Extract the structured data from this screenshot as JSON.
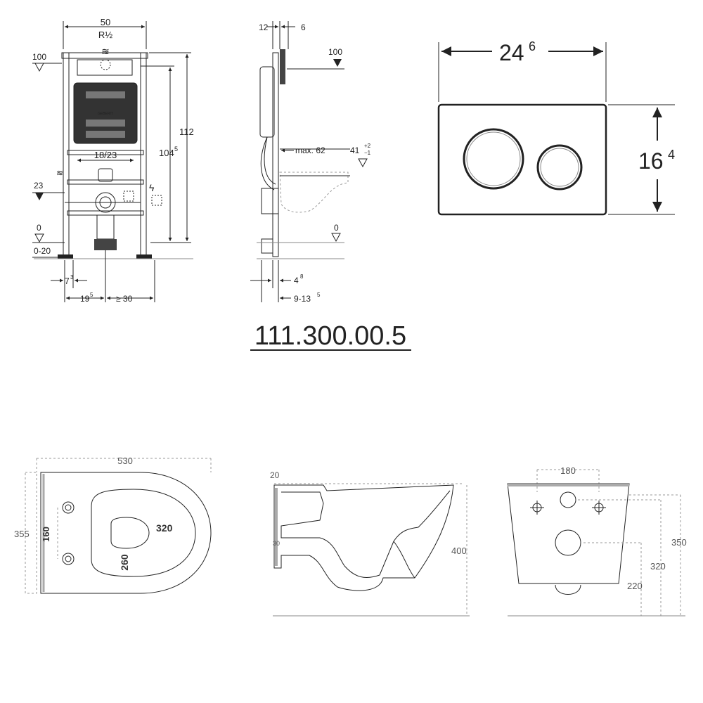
{
  "model_code": "111.300.00.5",
  "frame_front": {
    "width": "50",
    "pipe": "R½",
    "marker_top": "100",
    "height_total": "112",
    "height_inner": "104",
    "height_inner_sup": "5",
    "outlet_span": "18/23",
    "marker_mid": "23",
    "marker_zero": "0",
    "range": "0-20",
    "offset_left": "7",
    "offset_left_sup": "3",
    "offset_bottom": "19",
    "offset_bottom_sup": "5",
    "min_space": "≥ 30"
  },
  "frame_side": {
    "top_a": "12",
    "top_b": "6",
    "marker_top": "100",
    "max_label": "max. 62",
    "height": "41",
    "tol_plus": "+2",
    "tol_minus": "−1",
    "marker_zero": "0",
    "bottom_a": "4",
    "bottom_a_sup": "8",
    "bottom_b": "9-13",
    "bottom_b_sup": "5"
  },
  "flush_plate": {
    "width": "24",
    "width_sup": "6",
    "height": "16",
    "height_sup": "4"
  },
  "bowl_top": {
    "length": "530",
    "width": "355",
    "hole_span": "160",
    "seat_length": "320",
    "seat_width": "260"
  },
  "bowl_section": {
    "rim": "20",
    "inlet": "30",
    "height": "400"
  },
  "bowl_back": {
    "bolt_span": "180",
    "height_total": "350",
    "height_inlet": "320",
    "height_outlet": "220"
  }
}
